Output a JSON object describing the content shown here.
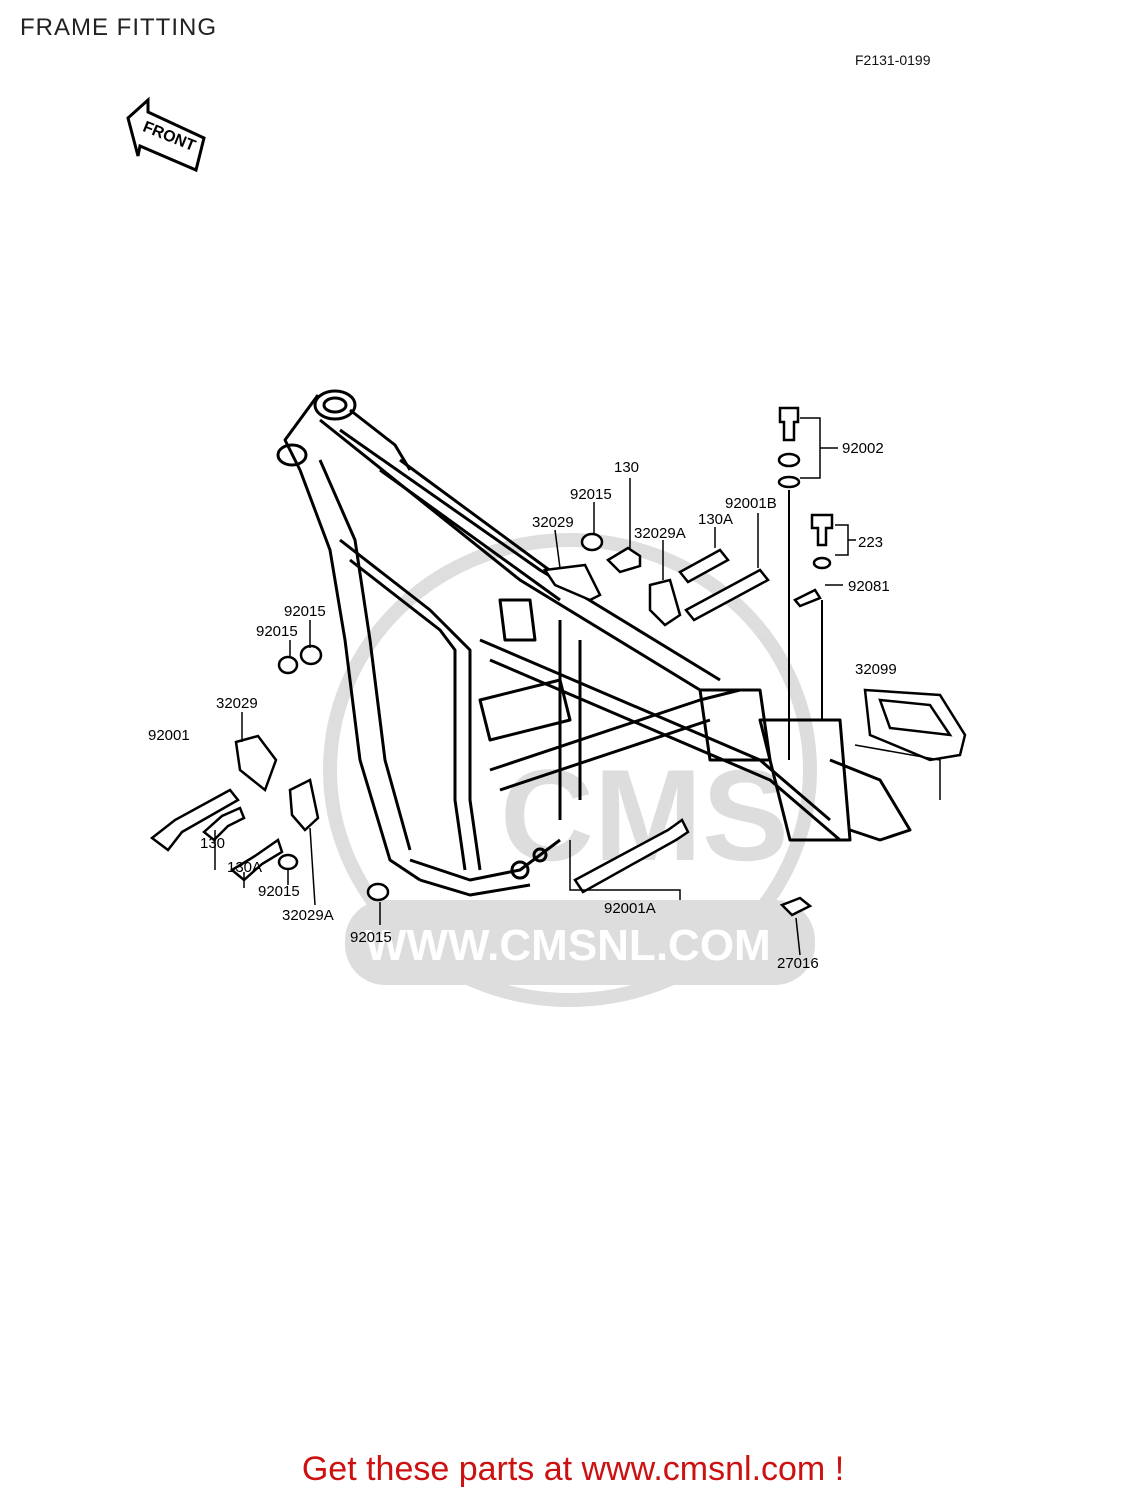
{
  "header": {
    "title": "FRAME FITTING",
    "diagram_code": "F2131-0199"
  },
  "front_arrow_label": "FRONT",
  "watermark": {
    "logo_text": "CMS",
    "url_text": "WWW.CMSNL.COM"
  },
  "parts": [
    {
      "id": "p-92002",
      "label": "92002"
    },
    {
      "id": "p-130-top",
      "label": "130"
    },
    {
      "id": "p-92015-top",
      "label": "92015"
    },
    {
      "id": "p-92001b",
      "label": "92001B"
    },
    {
      "id": "p-32029-top",
      "label": "32029"
    },
    {
      "id": "p-32029a-top",
      "label": "32029A"
    },
    {
      "id": "p-130a-top",
      "label": "130A"
    },
    {
      "id": "p-223",
      "label": "223"
    },
    {
      "id": "p-92081",
      "label": "92081"
    },
    {
      "id": "p-92015-l1",
      "label": "92015"
    },
    {
      "id": "p-92015-l2",
      "label": "92015"
    },
    {
      "id": "p-32099",
      "label": "32099"
    },
    {
      "id": "p-32029-left",
      "label": "32029"
    },
    {
      "id": "p-92001",
      "label": "92001"
    },
    {
      "id": "p-130-left",
      "label": "130"
    },
    {
      "id": "p-130a-left",
      "label": "130A"
    },
    {
      "id": "p-92015-bl",
      "label": "92015"
    },
    {
      "id": "p-32029a-left",
      "label": "32029A"
    },
    {
      "id": "p-92015-bottom",
      "label": "92015"
    },
    {
      "id": "p-92001a",
      "label": "92001A"
    },
    {
      "id": "p-27016",
      "label": "27016"
    }
  ],
  "footer": {
    "text": "Get these parts at www.cmsnl.com !"
  }
}
